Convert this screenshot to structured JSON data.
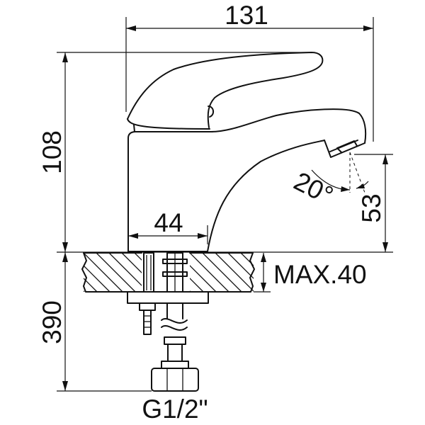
{
  "drawing": {
    "dimensions": {
      "overall_length": "131",
      "body_height": "108",
      "base_width": "44",
      "spout_height": "53",
      "spout_angle": "20°",
      "max_thickness": "MAX.40",
      "hose_length": "390",
      "thread": "G1/2\""
    }
  }
}
